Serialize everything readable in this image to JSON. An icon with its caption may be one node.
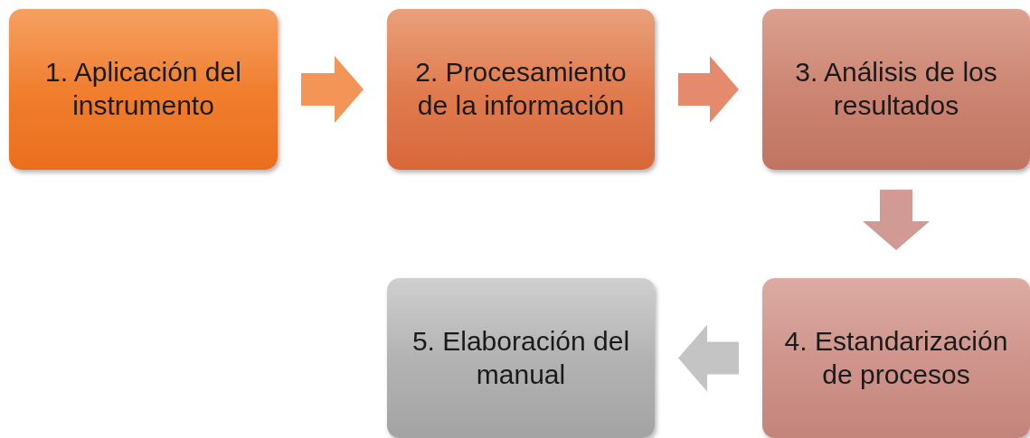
{
  "diagram": {
    "nodes": [
      {
        "text": [
          "1. Aplicación del instrumento"
        ]
      },
      {
        "text": [
          "2. Procesamiento de la información"
        ]
      },
      {
        "text": [
          "3. Análisis de los resultados"
        ]
      },
      {
        "text": [
          "4. Estandarización de procesos"
        ]
      },
      {
        "text": [
          "5. Elaboración del manual"
        ]
      }
    ],
    "edges": [
      {
        "from": 0,
        "to": 1,
        "arrow": "to",
        "color": "#f39556"
      },
      {
        "from": 1,
        "to": 2,
        "arrow": "to",
        "color": "#e58a6c"
      },
      {
        "from": 2,
        "to": 3,
        "arrow": "to",
        "color": "#d19a94"
      },
      {
        "from": 3,
        "to": 4,
        "arrow": "to",
        "color": "#c4c4c4"
      }
    ]
  }
}
